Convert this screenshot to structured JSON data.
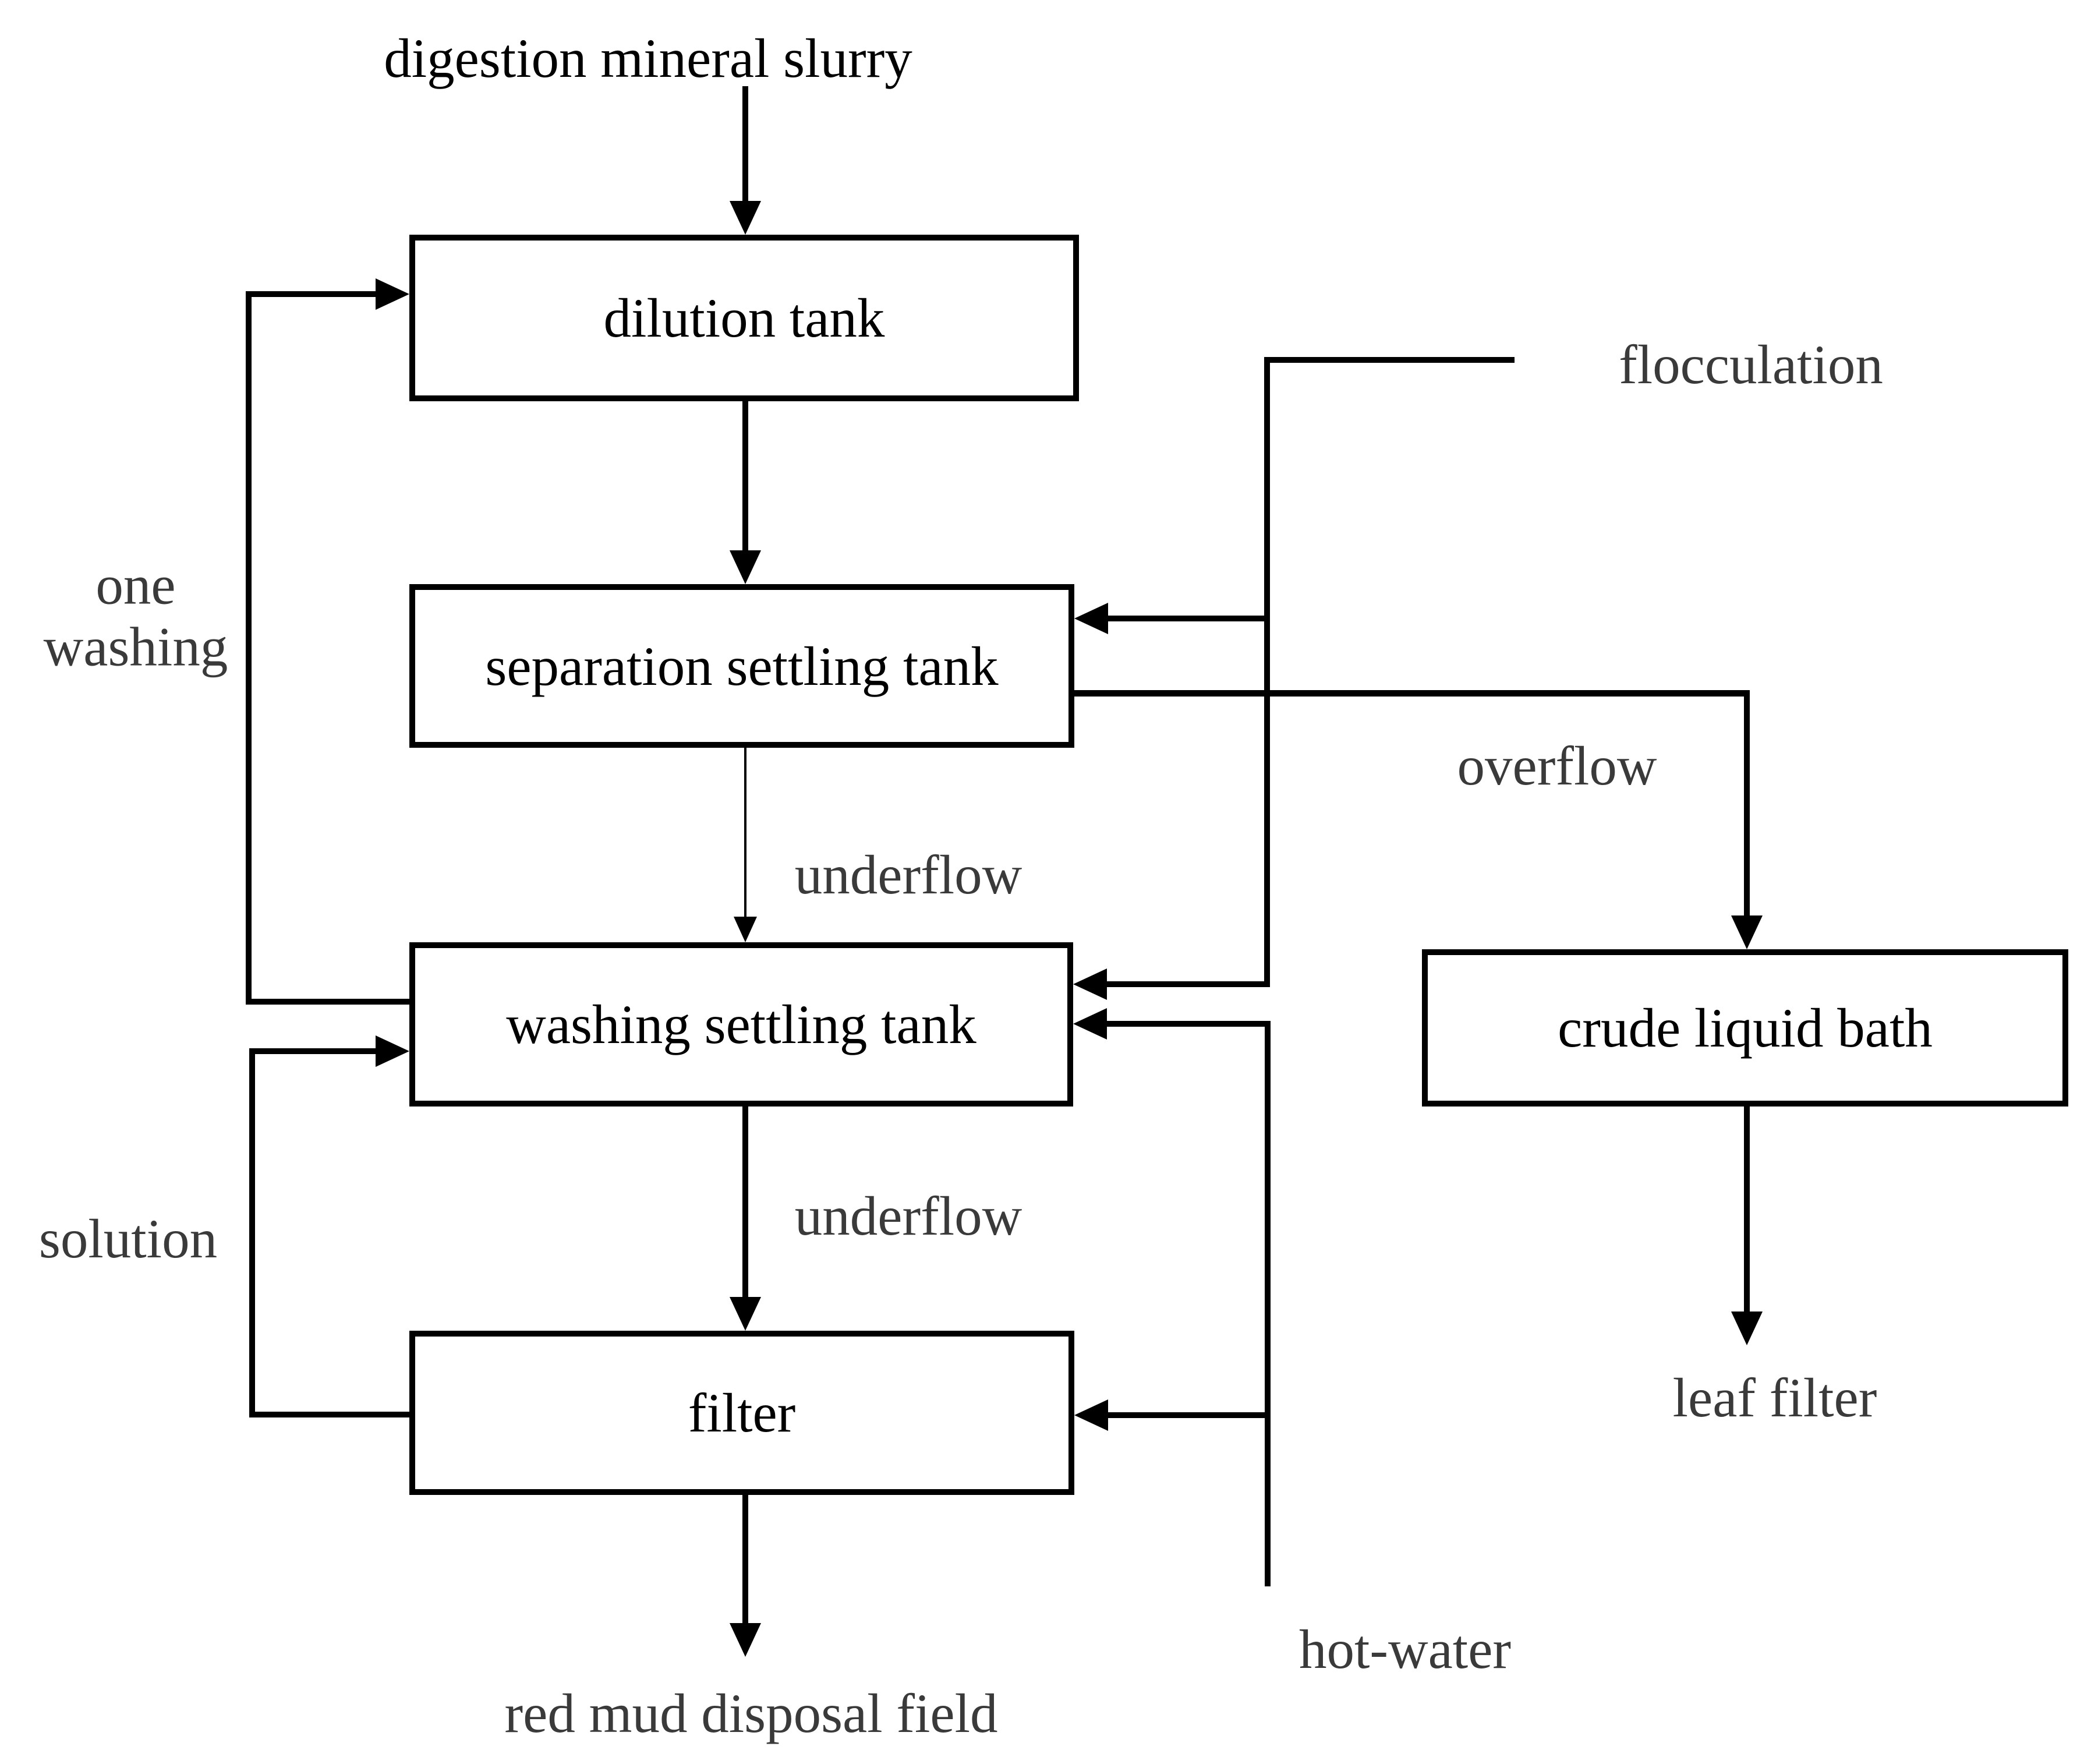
{
  "diagram": {
    "nodes": {
      "dilution_tank": {
        "label": "dilution tank"
      },
      "separation_settling_tank": {
        "label": "separation settling tank"
      },
      "washing_settling_tank": {
        "label": "washing settling tank"
      },
      "filter": {
        "label": "filter"
      },
      "crude_liquid_bath": {
        "label": "crude liquid bath"
      }
    },
    "annotations": {
      "digestion_mineral_slurry": "digestion mineral slurry",
      "flocculation": "flocculation",
      "overflow": "overflow",
      "underflow_1": "underflow",
      "underflow_2": "underflow",
      "one_washing_line1": "one",
      "one_washing_line2": "washing",
      "solution": "solution",
      "hot_water": "hot-water",
      "leaf_filter": "leaf filter",
      "red_mud_disposal_field": "red mud disposal field"
    },
    "edges": [
      {
        "from": "digestion mineral slurry",
        "to": "dilution tank"
      },
      {
        "from": "dilution tank",
        "to": "separation settling tank"
      },
      {
        "from": "separation settling tank",
        "to": "washing settling tank",
        "label": "underflow"
      },
      {
        "from": "washing settling tank",
        "to": "filter",
        "label": "underflow"
      },
      {
        "from": "filter",
        "to": "red mud disposal field"
      },
      {
        "from": "separation settling tank",
        "to": "crude liquid bath",
        "label": "overflow"
      },
      {
        "from": "crude liquid bath",
        "to": "leaf filter"
      },
      {
        "from": "flocculation",
        "to": "separation settling tank"
      },
      {
        "from": "flocculation",
        "to": "washing settling tank"
      },
      {
        "from": "hot-water",
        "to": "washing settling tank"
      },
      {
        "from": "hot-water",
        "to": "filter"
      },
      {
        "from": "washing settling tank",
        "to": "dilution tank",
        "label": "one washing"
      },
      {
        "from": "filter",
        "to": "washing settling tank",
        "label": "solution"
      }
    ],
    "colors": {
      "line": "#000000",
      "box_border": "#000000",
      "box_text": "#000000",
      "annotation_text": "#3a3a3a",
      "background": "#ffffff"
    }
  }
}
